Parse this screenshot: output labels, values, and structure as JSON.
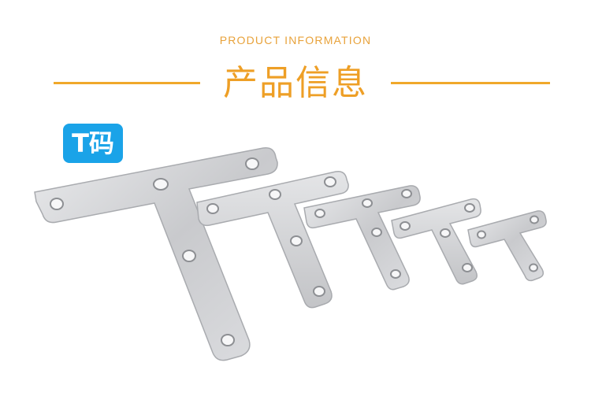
{
  "header": {
    "subtitle": "PRODUCT INFORMATION",
    "title": "产品信息"
  },
  "badge": {
    "label": "T码"
  },
  "colors": {
    "accent": "#ee9f26",
    "badge": "#1aa3e8",
    "metal": "#d3d4d6"
  }
}
